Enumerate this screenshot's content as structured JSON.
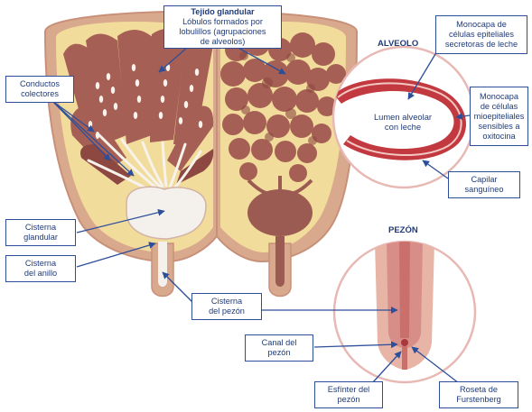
{
  "labels": {
    "tejido_title": "Tejido glandular",
    "tejido_desc": [
      "Lóbulos formados por",
      "lobulillos (agrupaciones",
      "de alveolos)"
    ],
    "conductos": [
      "Conductos",
      "colectores"
    ],
    "cisterna_glandular": [
      "Cisterna",
      "glandular"
    ],
    "cisterna_anillo": [
      "Cisterna",
      "del anillo"
    ],
    "cisterna_pezon": [
      "Cisterna",
      "del pezón"
    ],
    "monocapa_secretoras": [
      "Monocapa de",
      "células epiteliales",
      "secretoras de leche"
    ],
    "monocapa_mioepiteliales": [
      "Monocapa",
      "de células",
      "mioepiteliales",
      "sensibles a",
      "oxitocina"
    ],
    "capilar": [
      "Capilar",
      "sanguíneo"
    ],
    "canal_pezon": [
      "Canal del",
      "pezón"
    ],
    "esfinter": [
      "Esfínter del",
      "pezón"
    ],
    "roseta": [
      "Roseta de",
      "Furstenberg"
    ]
  },
  "section_titles": {
    "alveolo": "ALVEOLO",
    "pezon": "PEZÓN"
  },
  "inset_text": {
    "lumen": [
      "Lumen alveolar",
      "con leche"
    ]
  },
  "colors": {
    "outline_blue": "#2d4f9a",
    "label_text": "#1f3b7a",
    "skin_outer": "#d9a98e",
    "fat_yellow": "#f2dc9c",
    "lobule_brown": "#a65f54",
    "lobule_dark": "#8d4841",
    "cistern_white": "#f4f1ec",
    "alveolus_red": "#c23a3f"
  }
}
